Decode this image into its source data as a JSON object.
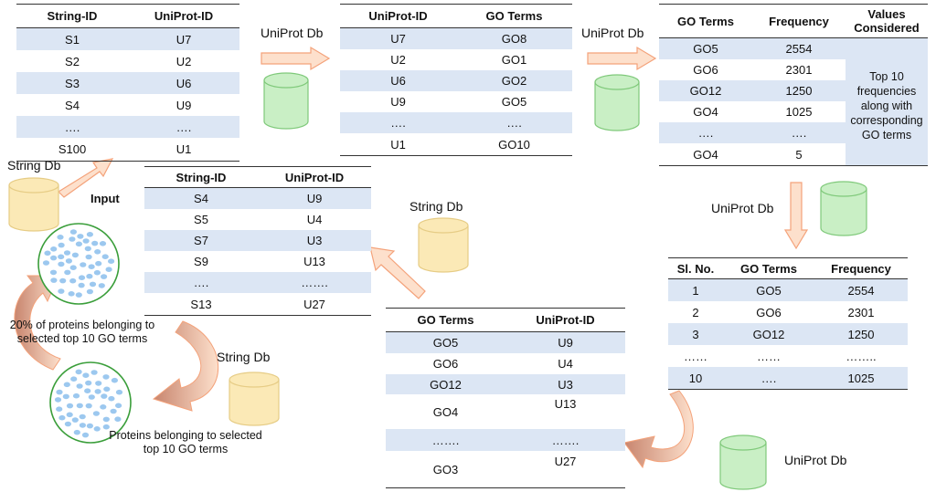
{
  "colors": {
    "row_alt": "#dce6f4",
    "db_green": "#c9efc5",
    "db_green_stroke": "#7fc97a",
    "db_yellow": "#fbe9b6",
    "db_yellow_stroke": "#e6cc85",
    "arrow_fill": "#fde0cc",
    "arrow_stroke": "#f4a27a",
    "cell_blue": "#9cc8ef"
  },
  "t1": {
    "headers": [
      "String-ID",
      "UniProt-ID"
    ],
    "rows": [
      [
        "S1",
        "U7"
      ],
      [
        "S2",
        "U2"
      ],
      [
        "S3",
        "U6"
      ],
      [
        "S4",
        "U9"
      ],
      [
        "….",
        "…."
      ],
      [
        "S100",
        "U1"
      ]
    ]
  },
  "t2": {
    "headers": [
      "UniProt-ID",
      "GO Terms"
    ],
    "rows": [
      [
        "U7",
        "GO8"
      ],
      [
        "U2",
        "GO1"
      ],
      [
        "U6",
        "GO2"
      ],
      [
        "U9",
        "GO5"
      ],
      [
        "….",
        "…."
      ],
      [
        "U1",
        "GO10"
      ]
    ]
  },
  "t3": {
    "headers": [
      "GO Terms",
      "Frequency",
      "Values Considered"
    ],
    "rows": [
      [
        "GO5",
        "2554"
      ],
      [
        "GO6",
        "2301"
      ],
      [
        "GO12",
        "1250"
      ],
      [
        "GO4",
        "1025"
      ],
      [
        "….",
        "…."
      ],
      [
        "GO4",
        "5"
      ]
    ],
    "values_note": "Top 10 frequencies along with corresponding GO terms"
  },
  "t4": {
    "headers": [
      "String-ID",
      "UniProt-ID"
    ],
    "rows": [
      [
        "S4",
        "U9"
      ],
      [
        "S5",
        "U4"
      ],
      [
        "S7",
        "U3"
      ],
      [
        "S9",
        "U13"
      ],
      [
        "….",
        "……."
      ],
      [
        "S13",
        "U27"
      ]
    ]
  },
  "t5": {
    "headers": [
      "Sl. No.",
      "GO Terms",
      "Frequency"
    ],
    "rows": [
      [
        "1",
        "GO5",
        "2554"
      ],
      [
        "2",
        "GO6",
        "2301"
      ],
      [
        "3",
        "GO12",
        "1250"
      ],
      [
        "……",
        "……",
        "…….."
      ],
      [
        "10",
        "….",
        "1025"
      ]
    ]
  },
  "t6": {
    "headers": [
      "GO Terms",
      "UniProt-ID"
    ],
    "rows": [
      [
        "GO5",
        "U9"
      ],
      [
        "GO6",
        "U4"
      ],
      [
        "GO12",
        "U3"
      ],
      [
        "GO4",
        "U13"
      ],
      [
        "…….",
        "……."
      ],
      [
        "GO3",
        "U27"
      ]
    ]
  },
  "labels": {
    "uniprot_db_1": "UniProt Db",
    "uniprot_db_2": "UniProt Db",
    "uniprot_db_3": "UniProt Db",
    "uniprot_db_4": "UniProt Db",
    "string_db_1": "String Db",
    "string_db_2": "String Db",
    "string_db_3": "String Db",
    "input": "Input",
    "twenty_pct": "20% of proteins belonging to selected top 10 GO terms",
    "proteins_belonging": "Proteins belonging to selected top 10 GO terms"
  }
}
